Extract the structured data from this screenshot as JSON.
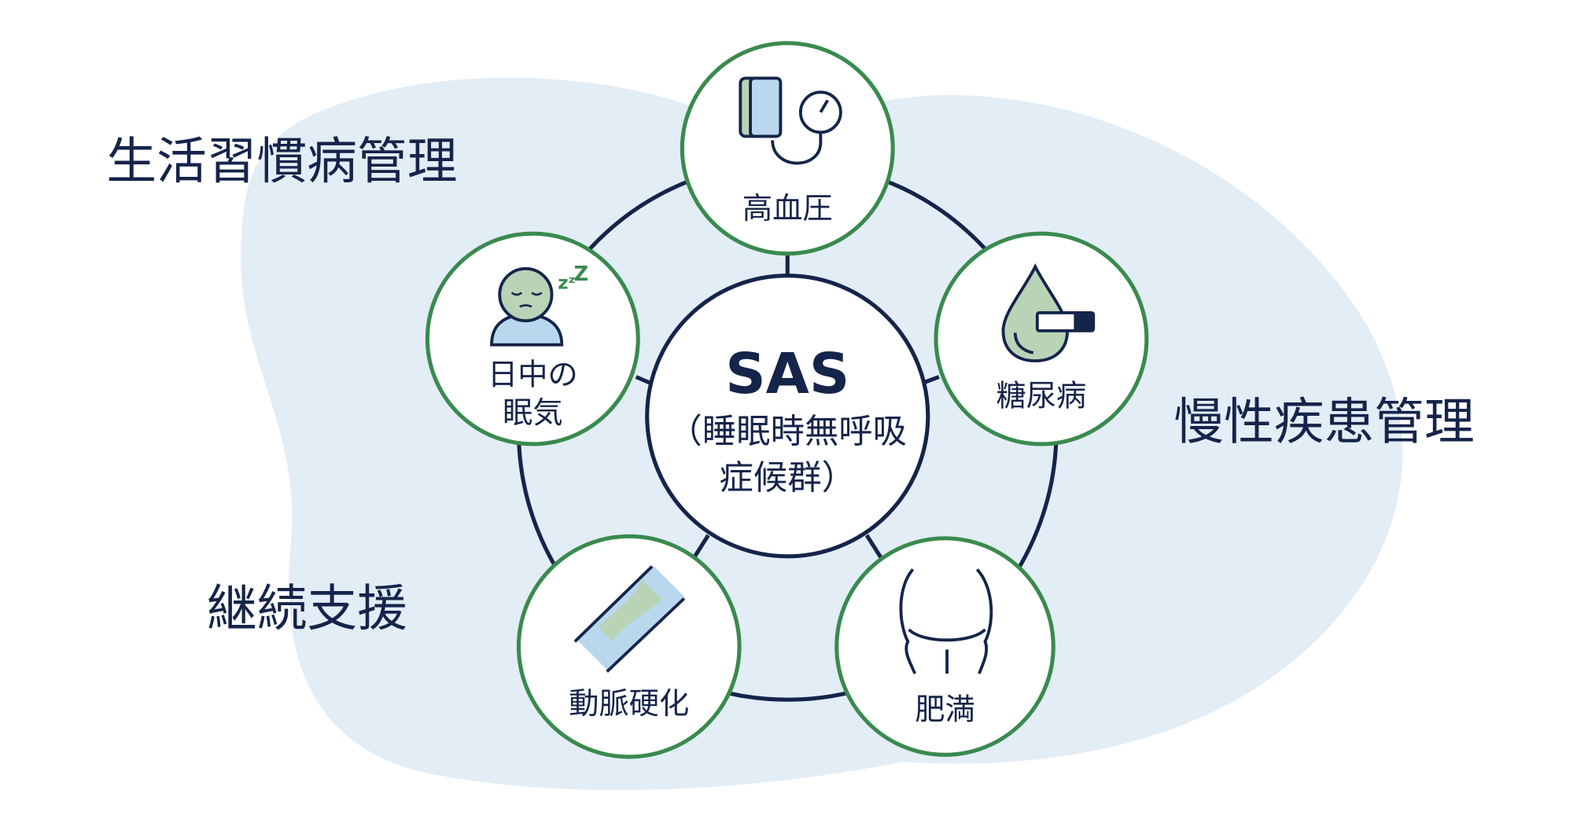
{
  "side_labels": {
    "lifestyle": "生活習慣病管理",
    "chronic": "慢性疾患管理",
    "continuous": "継続支援"
  },
  "center": {
    "title": "SAS",
    "subtitle_line1": "（睡眠時無呼吸",
    "subtitle_line2": "症候群）"
  },
  "nodes": [
    {
      "label": "高血圧",
      "icon": "blood-pressure-monitor-icon"
    },
    {
      "label": "糖尿病",
      "icon": "blood-drop-glucose-icon"
    },
    {
      "label": "肥満",
      "icon": "abdomen-obesity-icon"
    },
    {
      "label": "動脈硬化",
      "icon": "artery-plaque-icon"
    },
    {
      "label_line1": "日中の",
      "label_line2": "眠気",
      "icon": "sleepy-person-icon"
    }
  ],
  "colors": {
    "navy": "#15244a",
    "green": "#3a8a4e",
    "blob": "#e2edf6",
    "icon_blue": "#b9d8ee",
    "icon_green": "#b8d3b5"
  }
}
